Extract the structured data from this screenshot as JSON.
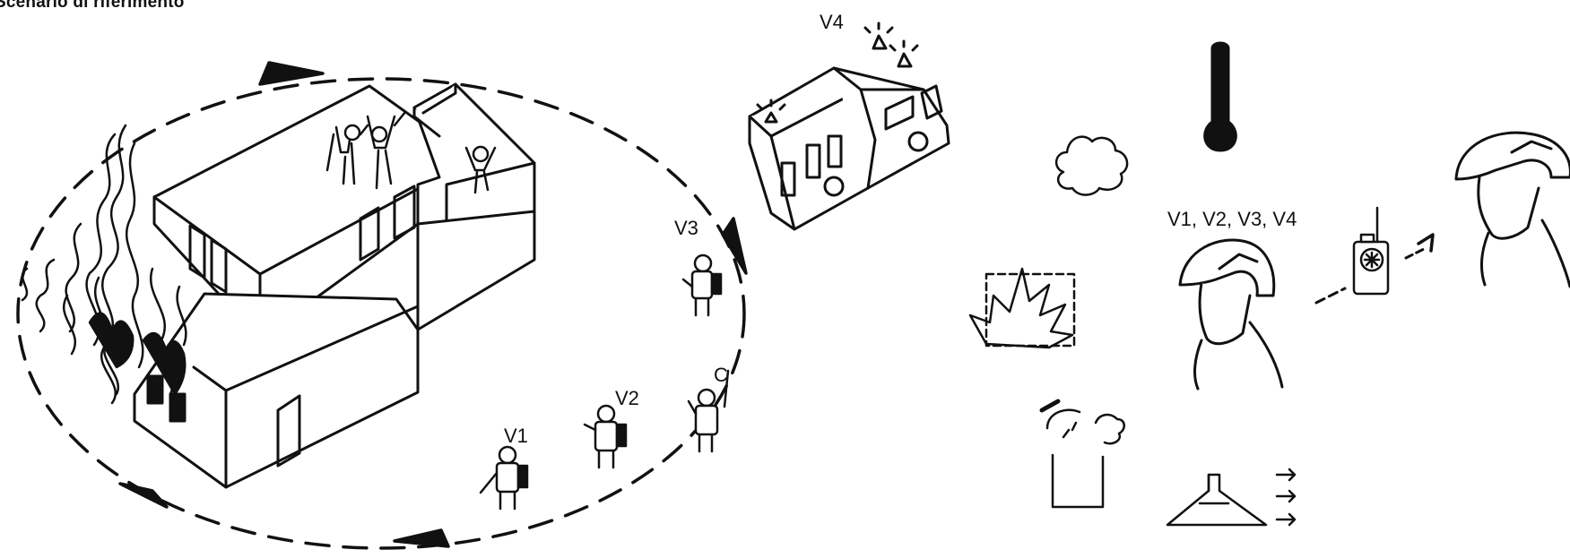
{
  "title": "Scenario di riferimento",
  "labels": {
    "v4": "V4",
    "v3": "V3",
    "v2": "V2",
    "v1": "V1",
    "c": "C",
    "team": "V1, V2, V3, V4"
  },
  "icons": [
    "circular-patrol-path",
    "burning-building",
    "trapped-people",
    "fire-engine",
    "firefighter-v1",
    "firefighter-v2",
    "firefighter-v3",
    "commander-c",
    "thermometer-icon",
    "smoke-cloud-icon",
    "fire-icon",
    "firefighter-helmet",
    "radio-icon",
    "extinguisher-icon",
    "sprinkler-icon",
    "commander-helmet"
  ]
}
